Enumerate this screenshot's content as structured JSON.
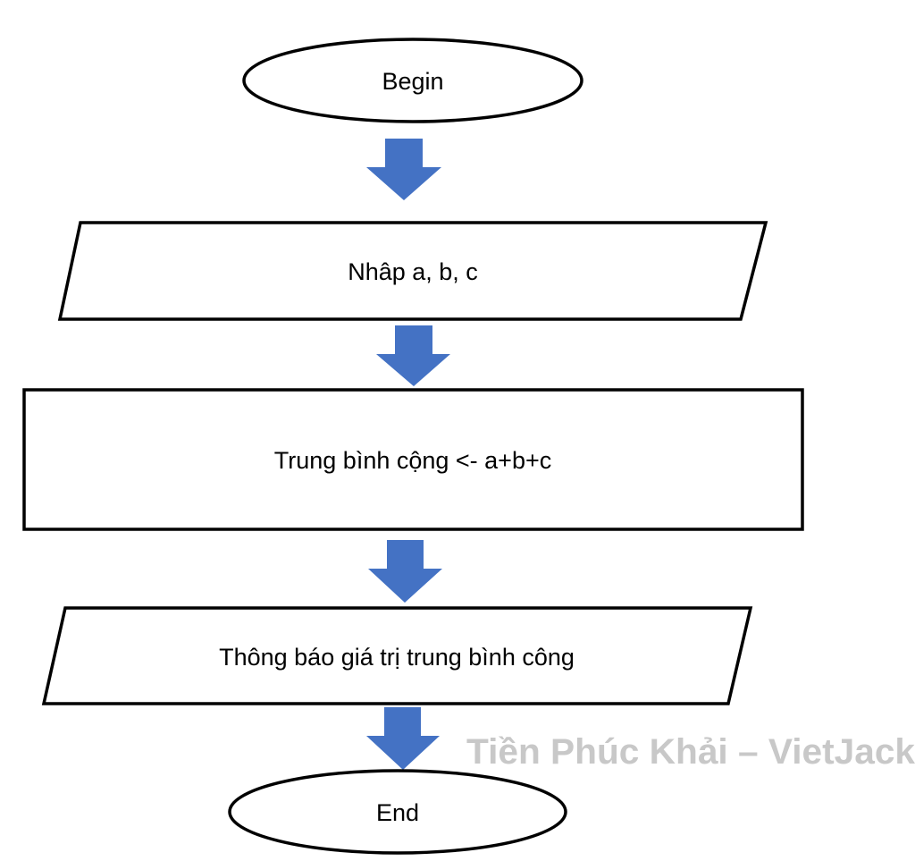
{
  "diagram": {
    "type": "flowchart",
    "nodes": [
      {
        "id": "begin",
        "shape": "terminator",
        "label": "Begin"
      },
      {
        "id": "input",
        "shape": "input-output",
        "label": "Nhâp a, b, c"
      },
      {
        "id": "process",
        "shape": "process",
        "label": "Trung bình cộng <- a+b+c"
      },
      {
        "id": "output",
        "shape": "input-output",
        "label": "Thông báo giá trị trung bình công"
      },
      {
        "id": "end",
        "shape": "terminator",
        "label": "End"
      }
    ],
    "edges": [
      {
        "from": "begin",
        "to": "input"
      },
      {
        "from": "input",
        "to": "process"
      },
      {
        "from": "process",
        "to": "output"
      },
      {
        "from": "output",
        "to": "end"
      }
    ]
  },
  "colors": {
    "arrow": "#4472c4",
    "outline": "#000000",
    "watermark": "#c8c8c8"
  },
  "watermark": {
    "text": "Tiền Phúc Khải – VietJack"
  }
}
